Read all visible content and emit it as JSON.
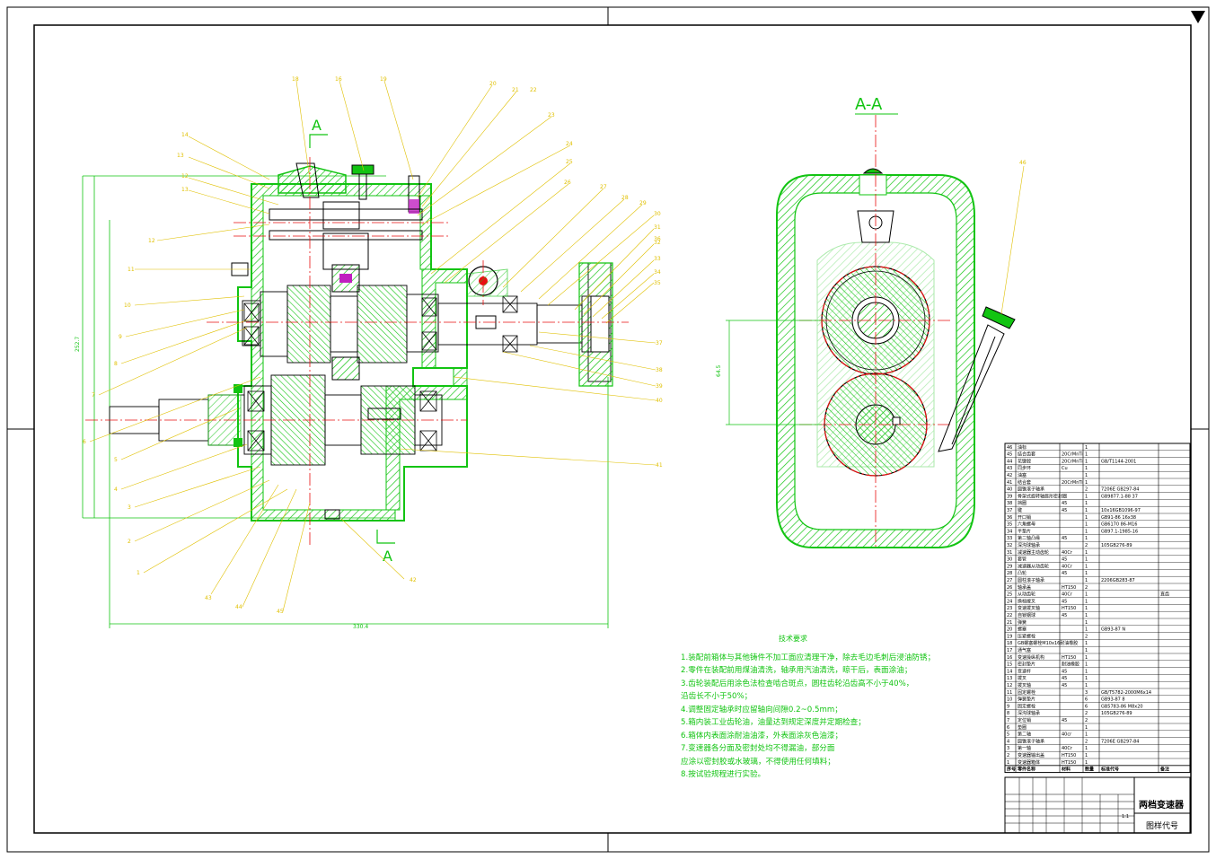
{
  "drawing": {
    "title": "两档变速器",
    "code_label": "图样代号",
    "scale": "1:1"
  },
  "section_views": {
    "main_mark": "A",
    "side_title": "A-A",
    "dim_height": "252.7",
    "dim_width": "330.4",
    "dim_side": "64.5"
  },
  "balloons_left": [
    "14",
    "13",
    "12",
    "13",
    "12",
    "11",
    "10",
    "9",
    "8",
    "7",
    "6",
    "5",
    "4",
    "3",
    "2",
    "1"
  ],
  "balloons_top": [
    "18",
    "16",
    "19",
    "20",
    "21",
    "22",
    "23",
    "24",
    "25",
    "26",
    "27",
    "28",
    "29",
    "30",
    "31",
    "32",
    "33",
    "34",
    "35",
    "36"
  ],
  "balloons_right": [
    "37",
    "38",
    "39",
    "40",
    "41"
  ],
  "balloons_bottom": [
    "42",
    "43",
    "44",
    "45",
    "46"
  ],
  "tech_requirements": {
    "title": "技术要求",
    "lines": [
      "1.装配前箱体与其他铸件不加工面应清理干净，除去毛边毛刺后浸油防锈；",
      "2.零件在装配前用煤油清洗，轴承用汽油清洗，晾干后，表面涂油；",
      "3.齿轮装配后用涂色法检查啮合斑点，圆柱齿轮沿齿高不小于40%，",
      "   沿齿长不小于50%；",
      "4.调整固定轴承时应留轴向间隙0.2~0.5mm；",
      "5.箱内装工业齿轮油，油量达到规定深度并定期检查；",
      "6.箱体内表面涂耐油油漆，外表面涂灰色油漆；",
      "7.变速器各分面及密封处均不得漏油，部分面",
      "   应涂以密封胶或水玻璃，不得使用任何填料；",
      "8.按试验规程进行实验。"
    ]
  },
  "bom": {
    "headers": [
      "序号",
      "零件名称",
      "数量",
      "材料",
      "标准代号",
      "备注"
    ],
    "rows": [
      [
        "46",
        "油标",
        "1",
        "",
        "",
        ""
      ],
      [
        "45",
        "结合齿套",
        "1",
        "20CrMnTi",
        "",
        ""
      ],
      [
        "44",
        "花键毂",
        "1",
        "20CrMnTi",
        "GB/T1144-2001",
        ""
      ],
      [
        "43",
        "同步环",
        "1",
        "Cu",
        "",
        ""
      ],
      [
        "42",
        "油塞",
        "1",
        "",
        "",
        ""
      ],
      [
        "41",
        "结合套",
        "1",
        "20CrMnTi",
        "",
        ""
      ],
      [
        "40",
        "圆锥滚子轴承",
        "2",
        "",
        "7206E GB297-84",
        ""
      ],
      [
        "39",
        "骨架式旋转轴唇形密封圈",
        "1",
        "",
        "GB9877.1-88 37",
        ""
      ],
      [
        "38",
        "挡圈",
        "1",
        "45",
        "",
        ""
      ],
      [
        "37",
        "键",
        "1",
        "45",
        "10x16GB1096-97",
        ""
      ],
      [
        "36",
        "开口销",
        "1",
        "",
        "GB91-86 16x38",
        ""
      ],
      [
        "35",
        "六角螺母",
        "1",
        "",
        "GB6170 86-M16",
        ""
      ],
      [
        "34",
        "平垫片",
        "1",
        "",
        "GB97.1-1985-16",
        ""
      ],
      [
        "33",
        "第二轴凸缘",
        "1",
        "45",
        "",
        ""
      ],
      [
        "32",
        "深沟球轴承",
        "2",
        "",
        "105GB276-89",
        ""
      ],
      [
        "31",
        "减速器主动齿轮",
        "1",
        "40Cr",
        "",
        ""
      ],
      [
        "30",
        "套管",
        "1",
        "45",
        "",
        ""
      ],
      [
        "29",
        "减速器从动齿轮",
        "1",
        "40Cr",
        "",
        ""
      ],
      [
        "28",
        "凸轮",
        "1",
        "45",
        "",
        ""
      ],
      [
        "27",
        "圆柱滚子轴承",
        "1",
        "",
        "2206GB283-87",
        ""
      ],
      [
        "26",
        "轴承盖",
        "2",
        "HT150",
        "",
        ""
      ],
      [
        "25",
        "从动齿轮",
        "1",
        "40Cr",
        "",
        "直齿"
      ],
      [
        "24",
        "换档拨叉",
        "1",
        "45",
        "",
        ""
      ],
      [
        "23",
        "变速拨叉轴",
        "1",
        "HT150",
        "",
        ""
      ],
      [
        "22",
        "自锁钢球",
        "1",
        "45",
        "",
        ""
      ],
      [
        "21",
        "弹簧",
        "1",
        "",
        "",
        ""
      ],
      [
        "20",
        "螺塞",
        "1",
        "",
        "GB93-87 N",
        ""
      ],
      [
        "19",
        "压紧螺栓",
        "2",
        "",
        "",
        ""
      ],
      [
        "18",
        "GB螺塞螺栓M10x16耐油橡胶",
        "1",
        "",
        "",
        ""
      ],
      [
        "17",
        "通气塞",
        "1",
        "",
        "",
        ""
      ],
      [
        "16",
        "变速操纵机构",
        "1",
        "HT150",
        "",
        ""
      ],
      [
        "15",
        "密封垫片",
        "1",
        "耐油橡胶",
        "",
        ""
      ],
      [
        "14",
        "变速杆",
        "1",
        "45",
        "",
        ""
      ],
      [
        "13",
        "拨叉",
        "1",
        "45",
        "",
        ""
      ],
      [
        "12",
        "拨叉轴",
        "1",
        "45",
        "",
        ""
      ],
      [
        "11",
        "固定螺栓",
        "3",
        "",
        "GB/T5782-2000M6x14",
        ""
      ],
      [
        "10",
        "弹簧垫片",
        "6",
        "",
        "GB93-87 8",
        ""
      ],
      [
        "9",
        "固定螺栓",
        "6",
        "",
        "GB5783-86 M8x20",
        ""
      ],
      [
        "8",
        "深沟球轴承",
        "2",
        "",
        "105GB276-89",
        ""
      ],
      [
        "7",
        "定位销",
        "2",
        "45",
        "",
        ""
      ],
      [
        "6",
        "垫圈",
        "1",
        "",
        "",
        ""
      ],
      [
        "5",
        "第二轴",
        "1",
        "40cr",
        "",
        ""
      ],
      [
        "4",
        "圆锥滚子轴承",
        "2",
        "",
        "7206E GB297-84",
        ""
      ],
      [
        "3",
        "第一轴",
        "1",
        "40Cr",
        "",
        ""
      ],
      [
        "2",
        "变速器输出盖",
        "1",
        "HT150",
        "",
        ""
      ],
      [
        "1",
        "变速器箱体",
        "1",
        "HT150",
        "",
        ""
      ]
    ]
  },
  "colors": {
    "green": "#12c412",
    "red": "#e81010",
    "yellow": "#d8c800",
    "magenta": "#c020c0",
    "black": "#000000"
  }
}
